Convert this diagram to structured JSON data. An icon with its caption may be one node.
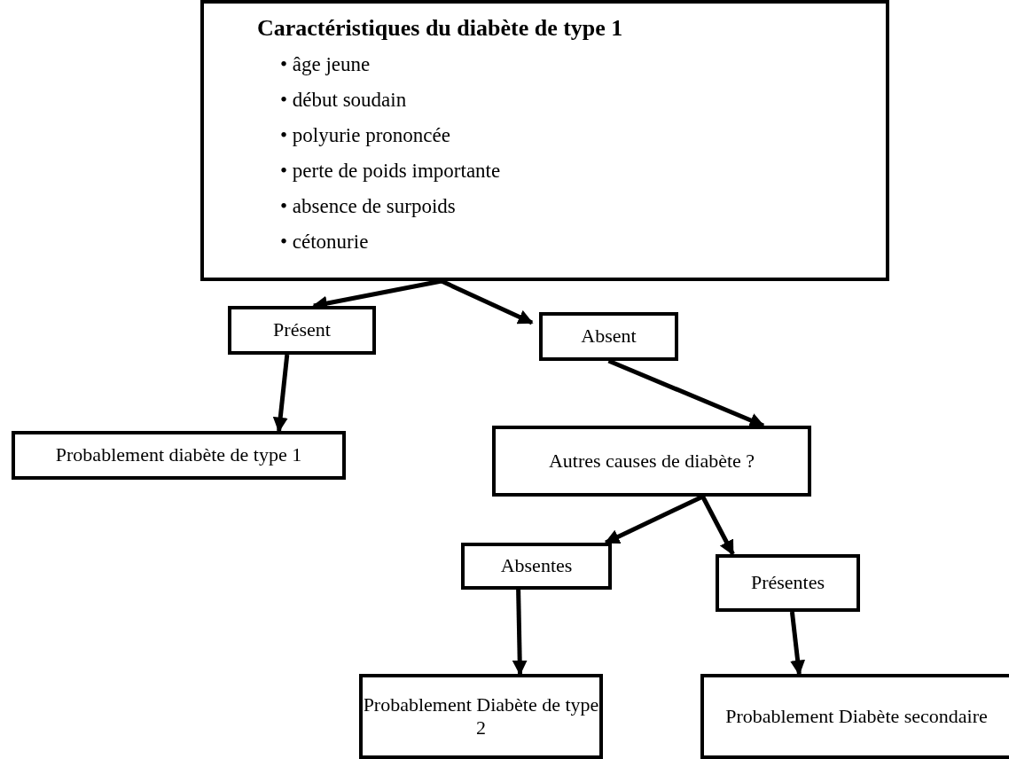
{
  "diagram": {
    "nodes": [
      {
        "text": [
          "Caractéristiques du diabète de type 1",
          "• âge jeune",
          "• début soudain",
          "• polyurie prononcée",
          "• perte de poids importante",
          "• absence de surpoids",
          "• cétonurie"
        ]
      },
      {
        "text": [
          "Présent"
        ]
      },
      {
        "text": [
          "Absent"
        ]
      },
      {
        "text": [
          "Probablement diabète de type 1"
        ]
      },
      {
        "text": [
          "Autres causes de diabète ?"
        ]
      },
      {
        "text": [
          "Absentes"
        ]
      },
      {
        "text": [
          "Présentes"
        ]
      },
      {
        "text": [
          "Probablement Diabète de type 2"
        ]
      },
      {
        "text": [
          "Probablement Diabète secondaire"
        ]
      }
    ],
    "edges": [
      {
        "from": 0,
        "to": 1,
        "arrow": "to"
      },
      {
        "from": 0,
        "to": 2,
        "arrow": "to"
      },
      {
        "from": 1,
        "to": 3,
        "arrow": "to"
      },
      {
        "from": 2,
        "to": 4,
        "arrow": "to"
      },
      {
        "from": 4,
        "to": 5,
        "arrow": "to"
      },
      {
        "from": 4,
        "to": 6,
        "arrow": "to"
      },
      {
        "from": 5,
        "to": 7,
        "arrow": "to"
      },
      {
        "from": 6,
        "to": 8,
        "arrow": "to"
      }
    ]
  }
}
